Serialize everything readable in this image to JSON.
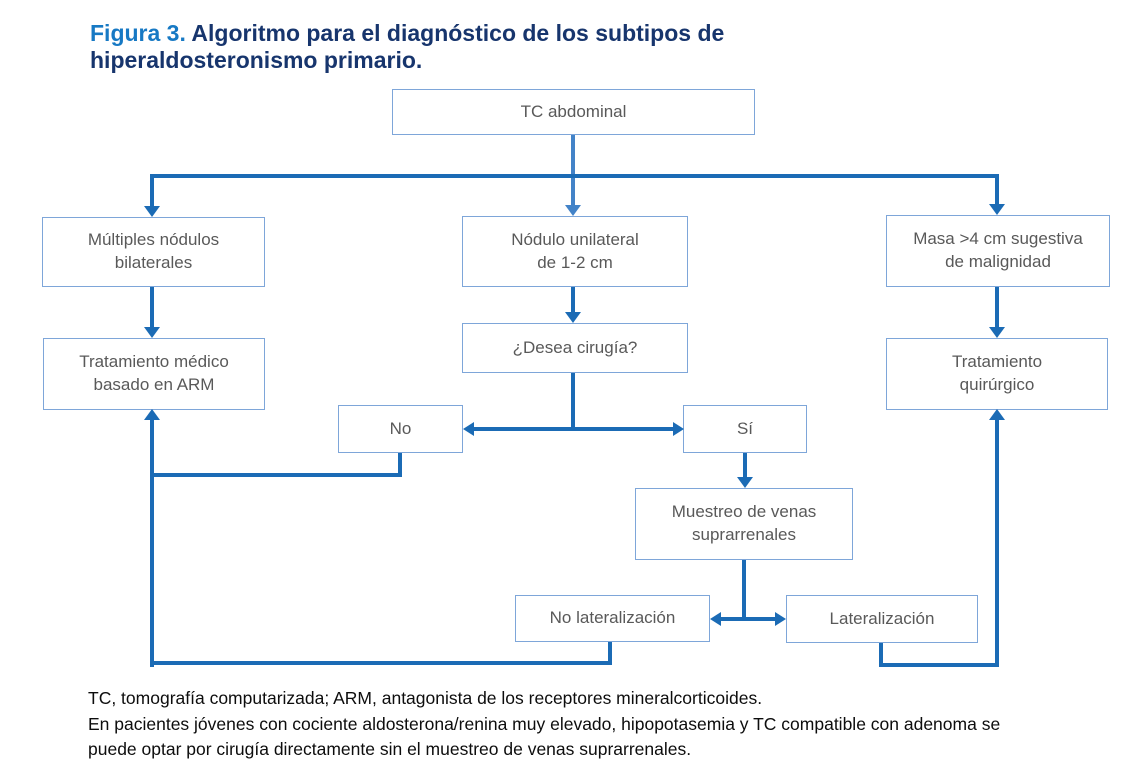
{
  "title": {
    "prefix": "Figura 3.",
    "text": " Algoritmo para el diagnóstico de los subtipos de hiperaldosteronismo primario."
  },
  "nodes": {
    "tc_abdominal": "TC abdominal",
    "multiples_nodulos": "Múltiples nódulos\nbilaterales",
    "nodulo_unilateral": "Nódulo unilateral\nde 1-2 cm",
    "masa_sugestiva": "Masa >4 cm sugestiva\nde malignidad",
    "tratamiento_medico": "Tratamiento médico\nbasado en ARM",
    "desea_cirugia": "¿Desea cirugía?",
    "tratamiento_quirurgico": "Tratamiento\nquirúrgico",
    "no": "No",
    "si": "Sí",
    "muestreo_venas": "Muestreo de venas\nsuprarrenales",
    "no_lateralizacion": "No lateralización",
    "lateralizacion": "Lateralización"
  },
  "footnotes": {
    "abbreviations": "TC, tomografía computarizada; ARM, antagonista de los receptores mineralcorticoides.",
    "note": "En pacientes jóvenes con cociente aldosterona/renina muy elevado, hipopotasemia y TC compatible con adenoma se puede optar por cirugía directamente sin el muestreo de venas suprarrenales."
  },
  "colors": {
    "connector_blue": "#1b6bb5",
    "connector_light_blue": "#4383c8",
    "box_border_blue": "#7ea6d9",
    "box_text_gray": "#595959",
    "title_blue": "#1779c4",
    "title_navy": "#17356d"
  }
}
